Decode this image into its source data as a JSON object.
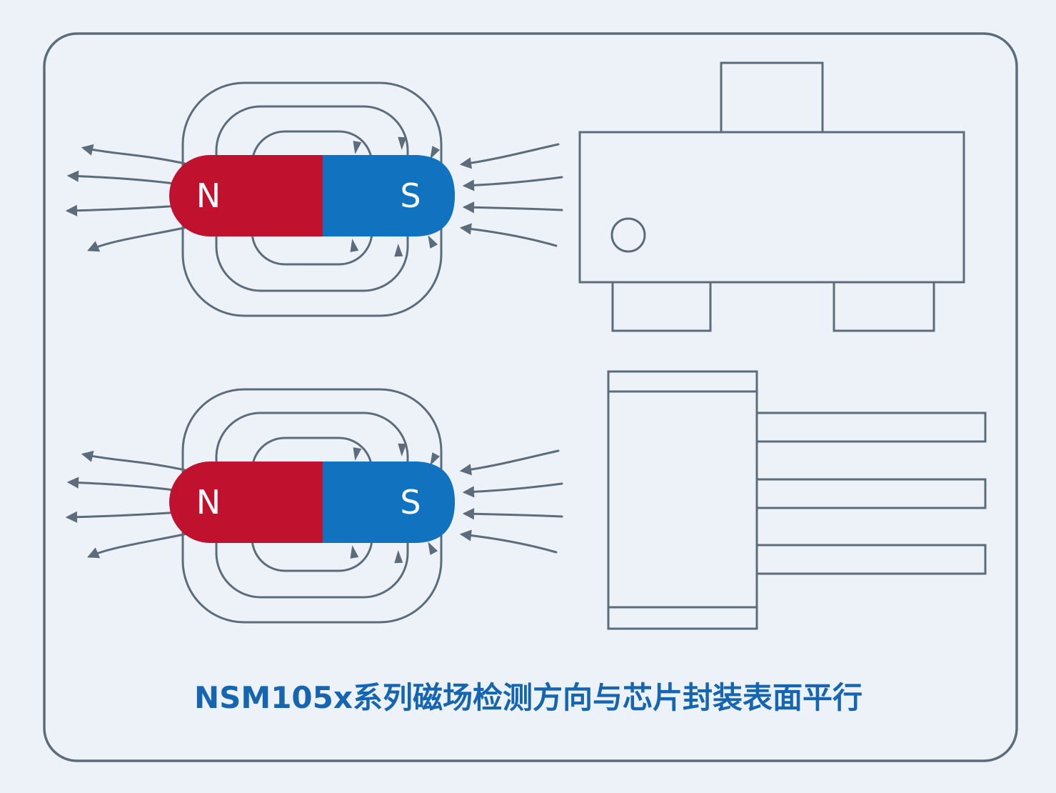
{
  "canvas": {
    "background": "#edf2f8",
    "frame_color": "#5d6c7b",
    "line_color": "#5d6c7b"
  },
  "magnets": {
    "north_label": "N",
    "south_label": "S",
    "north_color": "#c0122f",
    "south_color": "#1173c0",
    "label_color": "#ffffff"
  },
  "caption": {
    "text": "NSM105x系列磁场检测方向与芯片封装表面平行",
    "color": "#1565b0"
  }
}
